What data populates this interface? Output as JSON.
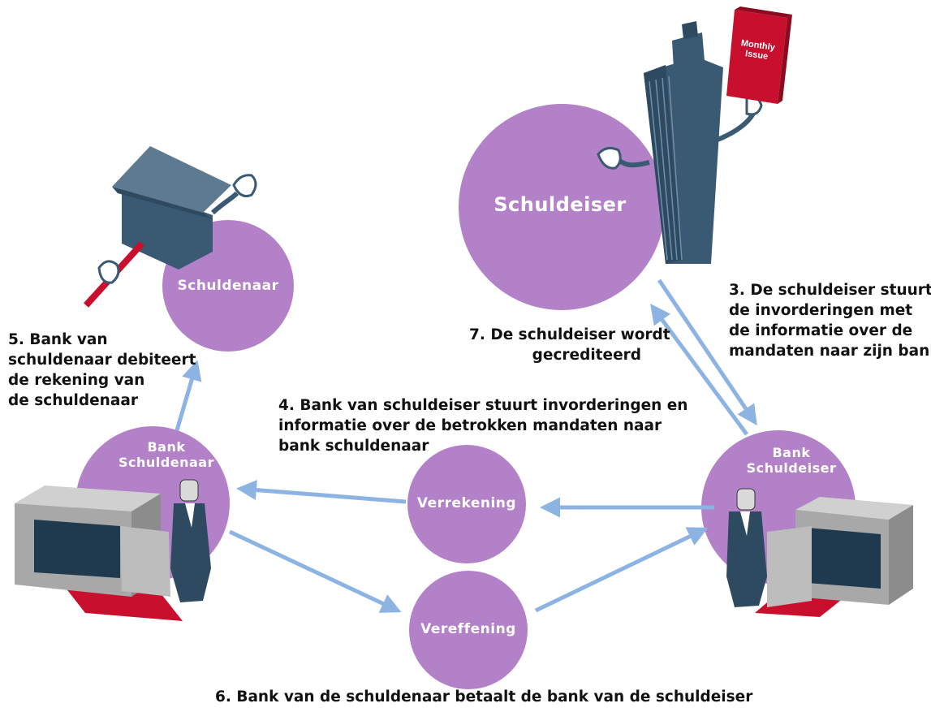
{
  "nodes": {
    "schuldeiser": "Schuldeiser",
    "schuldenaar": "Schuldenaar",
    "bank_schuldenaar": [
      "Bank",
      "Schuldenaar"
    ],
    "bank_schuldeiser": [
      "Bank",
      "Schuldeiser"
    ],
    "verrekening": "Verrekening",
    "vereffening": "Vereffening"
  },
  "book": [
    "Monthly",
    "Issue"
  ],
  "steps": {
    "step3": [
      "3. De schuldeiser stuurt",
      "de invorderingen met",
      "de informatie over de",
      "mandaten naar zijn bank"
    ],
    "step4": [
      "4. Bank van schuldeiser stuurt  invorderingen en",
      "informatie over de betrokken mandaten naar",
      "bank schuldenaar"
    ],
    "step5": [
      "5. Bank van",
      "schuldenaar debiteert",
      "de rekening van",
      "de schuldenaar"
    ],
    "step6": "6. Bank van de schuldenaar betaalt de bank van de schuldeiser",
    "step7": [
      "7. De schuldeiser wordt",
      "gecrediteerd"
    ]
  },
  "colors": {
    "circle": "#b381c8",
    "arrow": "#8db3e2",
    "building": "#3a5a74",
    "book": "#c8102e",
    "safe": "#a8a8a8",
    "red_carpet": "#c8102e"
  }
}
